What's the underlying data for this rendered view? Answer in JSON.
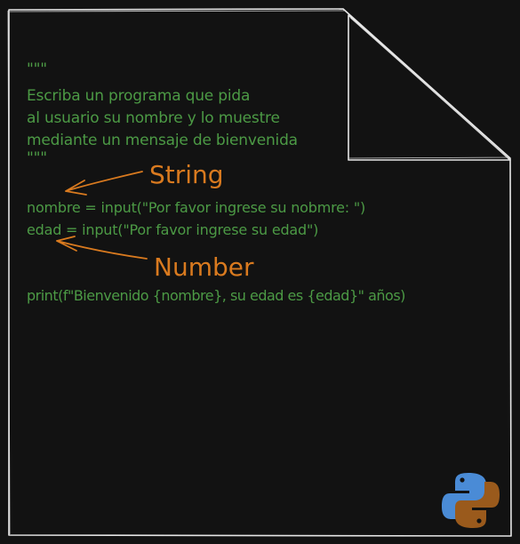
{
  "docstring": {
    "open": "\"\"\"",
    "line1": "Escriba un programa que pida",
    "line2": "al usuario su nombre y lo muestre",
    "line3": "mediante un mensaje de bienvenida",
    "close": "\"\"\""
  },
  "code": {
    "line_nombre": "nombre = input(\"Por favor ingrese su nobmre: \")",
    "line_edad": "edad = input(\"Por favor ingrese su edad\")",
    "line_print": "print(f\"Bienvenido {nombre}, su edad es {edad}\" años)"
  },
  "annotations": {
    "string_label": "String",
    "number_label": "Number"
  },
  "colors": {
    "background": "#121212",
    "code": "#4c9a45",
    "annotation": "#d97a1f",
    "outline": "#e8e8e8"
  },
  "icons": [
    "python-logo-icon"
  ]
}
